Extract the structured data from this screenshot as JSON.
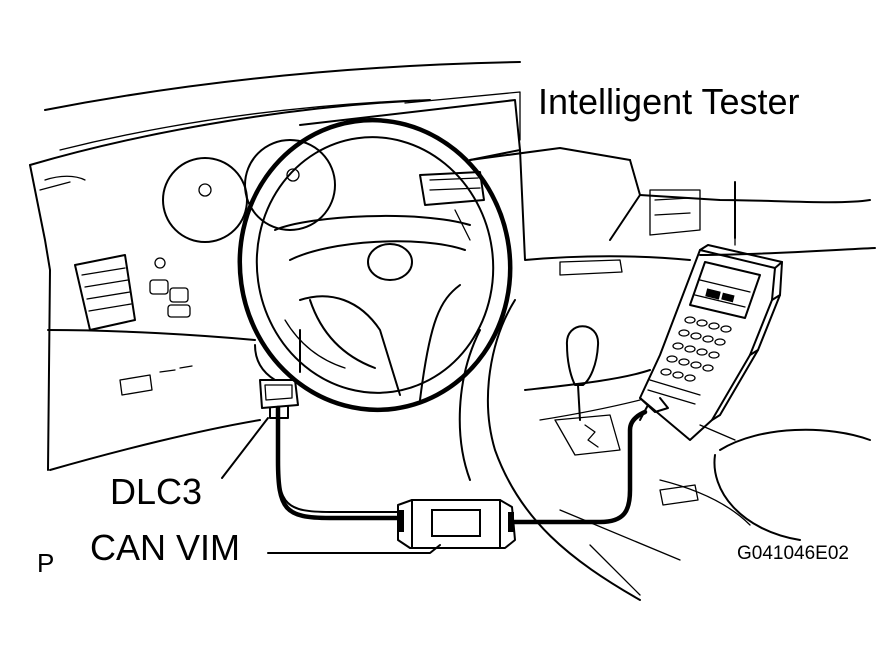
{
  "labels": {
    "intelligent_tester": "Intelligent Tester",
    "dlc3": "DLC3",
    "can_vim": "CAN VIM",
    "p": "P",
    "figure_code": "G041046E02"
  }
}
